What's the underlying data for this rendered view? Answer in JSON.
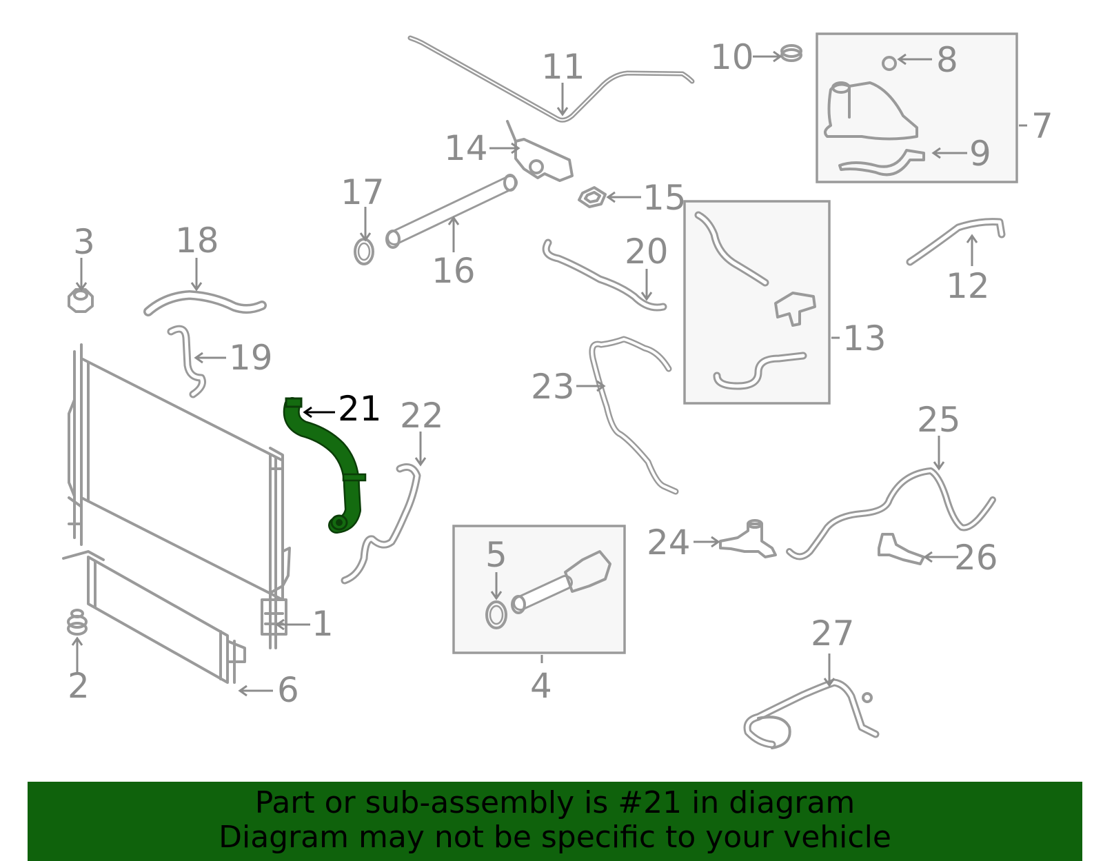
{
  "colors": {
    "highlight_fill": "#146b10",
    "highlight_stroke": "#0b3d08",
    "part_stroke": "#9a9a9a",
    "label_gray": "#8c8c8c",
    "banner_bg": "#0f620c"
  },
  "callouts": {
    "c1": "1",
    "c2": "2",
    "c3": "3",
    "c4": "4",
    "c5": "5",
    "c6": "6",
    "c7": "7",
    "c8": "8",
    "c9": "9",
    "c10": "10",
    "c11": "11",
    "c12": "12",
    "c13": "13",
    "c14": "14",
    "c15": "15",
    "c16": "16",
    "c17": "17",
    "c18": "18",
    "c19": "19",
    "c20": "20",
    "c21": "21",
    "c22": "22",
    "c23": "23",
    "c24": "24",
    "c25": "25",
    "c26": "26",
    "c27": "27"
  },
  "highlighted_part": "21",
  "banner": {
    "line1": "Part or sub-assembly is #21 in diagram",
    "line2": "Diagram may not be specific to your vehicle"
  }
}
